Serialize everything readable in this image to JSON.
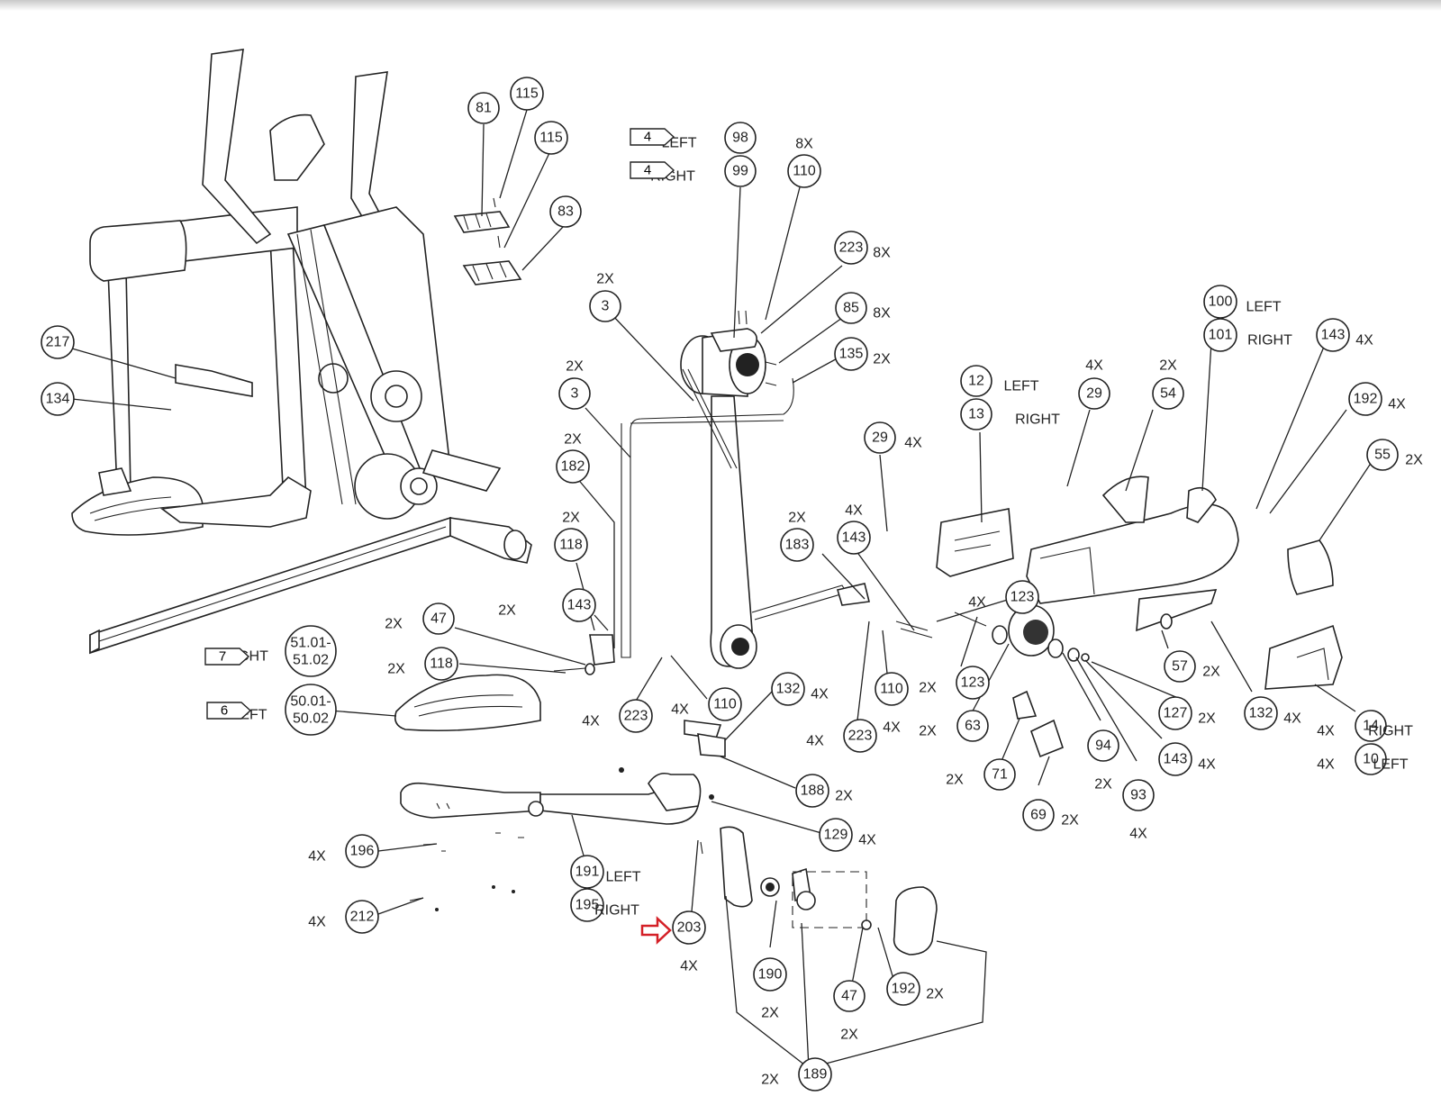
{
  "diagram": {
    "type": "exploded-parts-diagram",
    "subject": "elliptical trainer assembly",
    "callouts": [
      {
        "id": "81",
        "qty": ""
      },
      {
        "id": "115",
        "qty": ""
      },
      {
        "id": "115b",
        "label": "115",
        "qty": ""
      },
      {
        "id": "83",
        "qty": ""
      },
      {
        "id": "217",
        "qty": ""
      },
      {
        "id": "134",
        "qty": ""
      },
      {
        "id": "98",
        "side": "LEFT",
        "flag": "4"
      },
      {
        "id": "99",
        "side": "RIGHT",
        "flag": "4"
      },
      {
        "id": "110a",
        "label": "110",
        "qty": "8X"
      },
      {
        "id": "223a",
        "label": "223",
        "qty": "8X"
      },
      {
        "id": "85",
        "qty": "8X"
      },
      {
        "id": "135",
        "qty": "2X"
      },
      {
        "id": "3a",
        "label": "3",
        "qty": "2X"
      },
      {
        "id": "3b",
        "label": "3",
        "qty": "2X"
      },
      {
        "id": "182",
        "qty": "2X"
      },
      {
        "id": "118a",
        "label": "118",
        "qty": "2X"
      },
      {
        "id": "143a",
        "label": "143",
        "qty": "2X"
      },
      {
        "id": "47a",
        "label": "47",
        "qty": "2X"
      },
      {
        "id": "118b",
        "label": "118",
        "qty": "2X"
      },
      {
        "id": "51",
        "label": "51.01-51.02",
        "side": "RIGHT",
        "flag": "7"
      },
      {
        "id": "50",
        "label": "50.01-50.02",
        "side": "LEFT",
        "flag": "6"
      },
      {
        "id": "223b",
        "label": "223",
        "qty": "4X"
      },
      {
        "id": "110b",
        "label": "110",
        "qty": "4X"
      },
      {
        "id": "132a",
        "label": "132",
        "qty": "4X"
      },
      {
        "id": "183",
        "qty": "2X"
      },
      {
        "id": "143b",
        "label": "143",
        "qty": "4X"
      },
      {
        "id": "223c",
        "label": "223",
        "qty": "4X"
      },
      {
        "id": "110c",
        "label": "110",
        "qty": "4X"
      },
      {
        "id": "29a",
        "label": "29",
        "qty": "4X"
      },
      {
        "id": "12",
        "side": "LEFT"
      },
      {
        "id": "13",
        "side": "RIGHT"
      },
      {
        "id": "29b",
        "label": "29",
        "qty": "4X"
      },
      {
        "id": "54",
        "qty": "2X"
      },
      {
        "id": "100",
        "side": "LEFT"
      },
      {
        "id": "101",
        "side": "RIGHT"
      },
      {
        "id": "143c",
        "label": "143",
        "qty": "4X"
      },
      {
        "id": "192a",
        "label": "192",
        "qty": "4X"
      },
      {
        "id": "55",
        "qty": "2X"
      },
      {
        "id": "123a",
        "label": "123",
        "qty": "4X"
      },
      {
        "id": "123b",
        "label": "123",
        "qty": "2X"
      },
      {
        "id": "63",
        "qty": "2X"
      },
      {
        "id": "71",
        "qty": "2X"
      },
      {
        "id": "69",
        "qty": "2X"
      },
      {
        "id": "94",
        "qty": "2X"
      },
      {
        "id": "93",
        "qty": "4X"
      },
      {
        "id": "143d",
        "label": "143",
        "qty": "4X"
      },
      {
        "id": "127",
        "qty": "2X"
      },
      {
        "id": "57",
        "qty": "2X"
      },
      {
        "id": "132b",
        "label": "132",
        "qty": "4X"
      },
      {
        "id": "14",
        "qty": "4X",
        "side": "RIGHT"
      },
      {
        "id": "10",
        "qty": "4X",
        "side": "LEFT"
      },
      {
        "id": "188",
        "qty": "2X"
      },
      {
        "id": "129",
        "qty": "4X"
      },
      {
        "id": "196",
        "qty": "4X"
      },
      {
        "id": "212",
        "qty": "4X"
      },
      {
        "id": "191",
        "side": "LEFT"
      },
      {
        "id": "195",
        "side": "RIGHT"
      },
      {
        "id": "203",
        "qty": "4X",
        "highlighted": true
      },
      {
        "id": "190",
        "qty": "2X"
      },
      {
        "id": "47b",
        "label": "47",
        "qty": "2X"
      },
      {
        "id": "192b",
        "label": "192",
        "qty": "2X"
      },
      {
        "id": "189",
        "qty": "2X"
      }
    ],
    "highlight_color": "#d42027"
  }
}
